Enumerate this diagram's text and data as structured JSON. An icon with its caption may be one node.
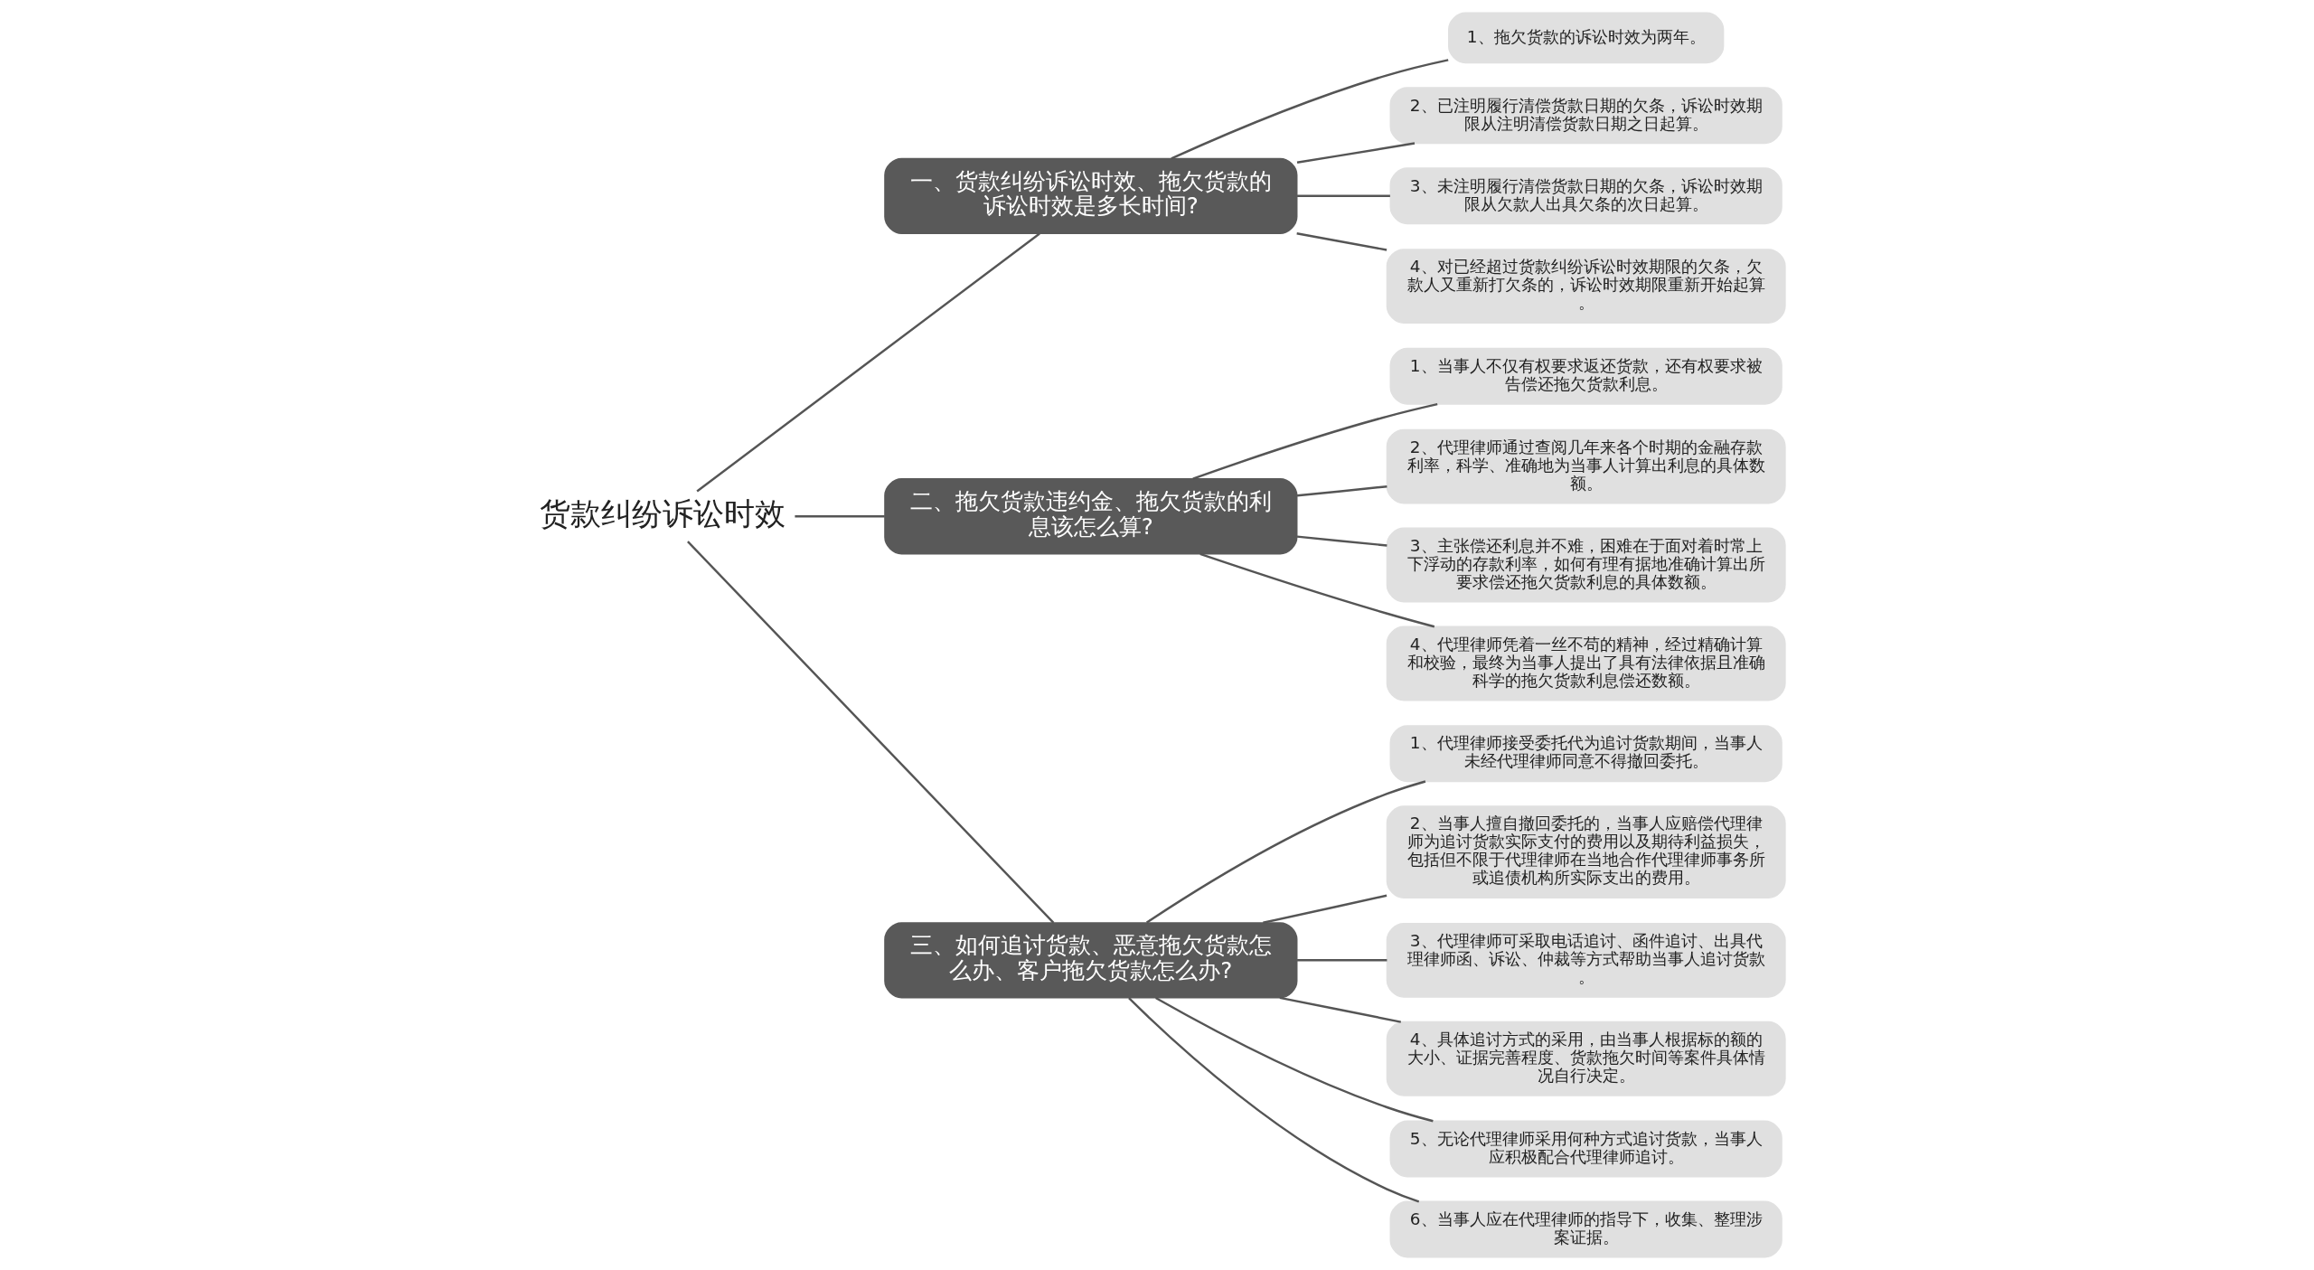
{
  "diagram": {
    "nodes": [
      {
        "text": [
          "货款纠纷诉讼时效"
        ]
      },
      {
        "text": [
          "一、货款纠纷诉讼时效、拖欠货款的诉讼时效是多长时间?"
        ]
      },
      {
        "text": [
          "1、拖欠货款的诉讼时效为两年。"
        ]
      },
      {
        "text": [
          "2、已注明履行清偿货款日期的欠条，诉讼时效期限从注明清偿货款日期之日起算。"
        ]
      },
      {
        "text": [
          "3、未注明履行清偿货款日期的欠条，诉讼时效期限从欠款人出具欠条的次日起算。"
        ]
      },
      {
        "text": [
          "4、对已经超过货款纠纷诉讼时效期限的欠条，欠款人又重新打欠条的，诉讼时效期限重新开始起算。"
        ]
      },
      {
        "text": [
          "二、拖欠货款违约金、拖欠货款的利息该怎么算?"
        ]
      },
      {
        "text": [
          "1、当事人不仅有权要求返还货款，还有权要求被告偿还拖欠货款利息。"
        ]
      },
      {
        "text": [
          "2、代理律师通过查阅几年来各个时期的金融存款利率，科学、准确地为当事人计算出利息的具体数额。"
        ]
      },
      {
        "text": [
          "3、主张偿还利息并不难，困难在于面对着时常上下浮动的存款利率，如何有理有据地准确计算出所要求偿还拖欠货款利息的具体数额。"
        ]
      },
      {
        "text": [
          "4、代理律师凭着一丝不苟的精神，经过精确计算和校验，最终为当事人提出了具有法律依据且准确科学的拖欠货款利息偿还数额。"
        ]
      },
      {
        "text": [
          "三、如何追讨货款、恶意拖欠货款怎么办、客户拖欠货款怎么办?"
        ]
      },
      {
        "text": [
          "1、代理律师接受委托代为追讨货款期间，当事人未经代理律师同意不得撤回委托。"
        ]
      },
      {
        "text": [
          "2、当事人擅自撤回委托的，当事人应赔偿代理律师为追讨货款实际支付的费用以及期待利益损失，包括但不限于代理律师在当地合作代理律师事务所或追债机构所实际支出的费用。"
        ]
      },
      {
        "text": [
          "3、代理律师可采取电话追讨、函件追讨、出具代理律师函、诉讼、仲裁等方式帮助当事人追讨货款。"
        ]
      },
      {
        "text": [
          "4、具体追讨方式的采用，由当事人根据标的额的大小、证据完善程度、货款拖欠时间等案件具体情况自行决定。"
        ]
      },
      {
        "text": [
          "5、无论代理律师采用何种方式追讨货款，当事人应积极配合代理律师追讨。"
        ]
      },
      {
        "text": [
          "6、当事人应在代理律师的指导下，收集、整理涉案证据。"
        ]
      }
    ],
    "edges": [
      {
        "from": 0,
        "to": 1,
        "arrow": "none"
      },
      {
        "from": 1,
        "to": 2,
        "arrow": "none"
      },
      {
        "from": 1,
        "to": 3,
        "arrow": "none"
      },
      {
        "from": 1,
        "to": 4,
        "arrow": "none"
      },
      {
        "from": 1,
        "to": 5,
        "arrow": "none"
      },
      {
        "from": 0,
        "to": 6,
        "arrow": "none"
      },
      {
        "from": 6,
        "to": 7,
        "arrow": "none"
      },
      {
        "from": 6,
        "to": 8,
        "arrow": "none"
      },
      {
        "from": 6,
        "to": 9,
        "arrow": "none"
      },
      {
        "from": 6,
        "to": 10,
        "arrow": "none"
      },
      {
        "from": 0,
        "to": 11,
        "arrow": "none"
      },
      {
        "from": 11,
        "to": 12,
        "arrow": "none"
      },
      {
        "from": 11,
        "to": 13,
        "arrow": "none"
      },
      {
        "from": 11,
        "to": 14,
        "arrow": "none"
      },
      {
        "from": 11,
        "to": 15,
        "arrow": "none"
      },
      {
        "from": 11,
        "to": 16,
        "arrow": "none"
      },
      {
        "from": 11,
        "to": 17,
        "arrow": "none"
      }
    ]
  }
}
